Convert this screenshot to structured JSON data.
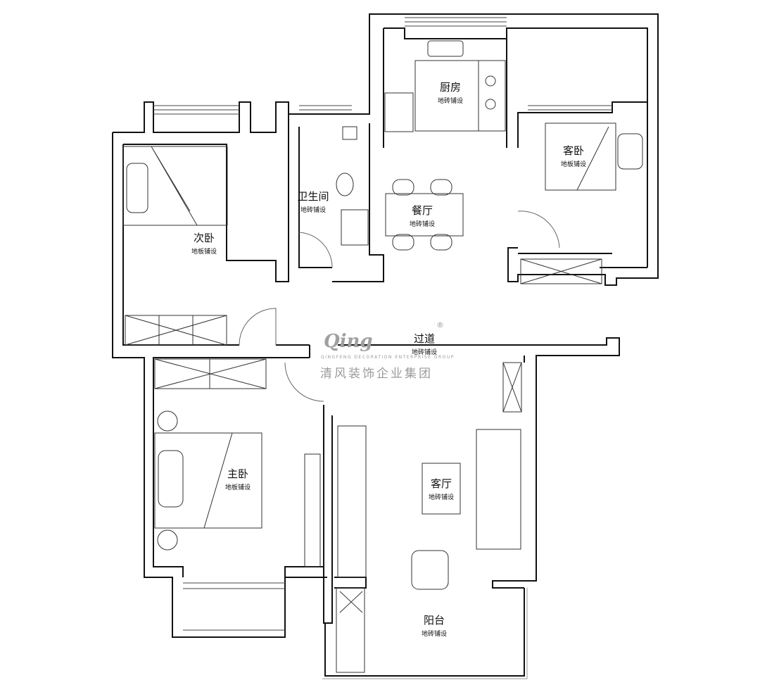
{
  "rooms": {
    "kitchen": {
      "name": "厨房",
      "floor": "地砖铺设"
    },
    "guest_bedroom": {
      "name": "客卧",
      "floor": "地板铺设"
    },
    "second_bedroom": {
      "name": "次卧",
      "floor": "地板铺设"
    },
    "bathroom": {
      "name": "卫生间",
      "floor": "地砖铺设"
    },
    "dining": {
      "name": "餐厅",
      "floor": "地砖铺设"
    },
    "corridor": {
      "name": "过道",
      "floor": "地砖铺设"
    },
    "master_bedroom": {
      "name": "主卧",
      "floor": "地板铺设"
    },
    "living": {
      "name": "客厅",
      "floor": "地砖铺设"
    },
    "balcony": {
      "name": "阳台",
      "floor": "地砖铺设"
    }
  },
  "logo": {
    "mark": "Qing",
    "english": "QINGFENG DECORATION ENTERPRISE GROUP",
    "chinese": "清风装饰企业集团",
    "registered": "®"
  },
  "colors": {
    "wall": "#111111",
    "furniture": "#333333",
    "watermark": "#9a9a9a"
  }
}
